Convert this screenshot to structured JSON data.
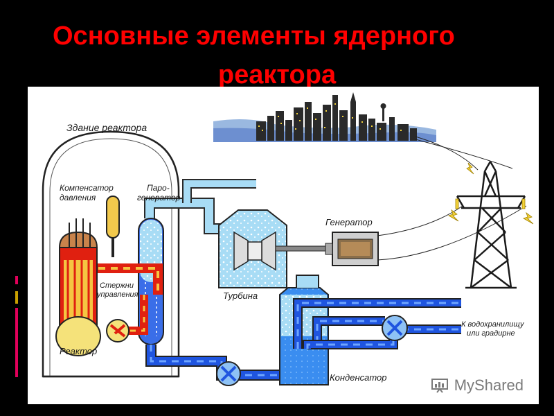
{
  "title": {
    "line1": "Основные элементы ядерного",
    "line2": "реактора"
  },
  "labels": {
    "building": "Здание реактора",
    "pressurizer_1": "Компенсатор",
    "pressurizer_2": "давления",
    "steam_gen_1": "Паро-",
    "steam_gen_2": "генератор",
    "control_rods_1": "Стержни",
    "control_rods_2": "управления",
    "reactor": "Реактор",
    "generator": "Генератор",
    "turbine": "Турбина",
    "condenser": "Конденсатор",
    "cooling_1": "К водохранилищу",
    "cooling_2": "или градирне"
  },
  "watermark": {
    "text": "MyShared"
  },
  "colors": {
    "title": "#ff0000",
    "hot_loop": "#e02010",
    "cold_loop": "#1f55e0",
    "steam": "#9fd4f0",
    "reactor_core": "#f5c542",
    "left_bar_accents": [
      "#e0005a",
      "#c8a000",
      "#e0005a"
    ]
  }
}
